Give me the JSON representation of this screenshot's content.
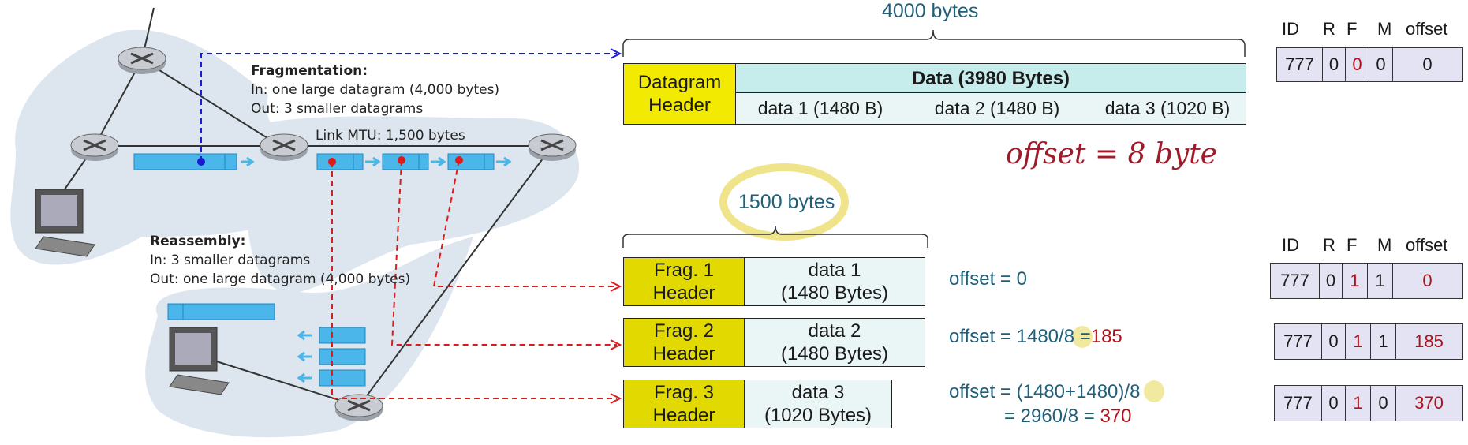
{
  "network": {
    "fragmentation_title": "Fragmentation:",
    "fragmentation_in": "In: one large datagram (4,000 bytes)",
    "fragmentation_out": "Out: 3 smaller datagrams",
    "link_mtu": "Link MTU: 1,500 bytes",
    "reassembly_title": "Reassembly:",
    "reassembly_in": "In: 3 smaller datagrams",
    "reassembly_out": "Out: one large datagram (4,000 bytes)"
  },
  "original": {
    "size_label": "4000 bytes",
    "header_line1": "Datagram",
    "header_line2": "Header",
    "data_title": "Data (3980 Bytes)",
    "parts": [
      "data 1 (1480 B)",
      "data 2 (1480 B)",
      "data 3 (1020 B)"
    ]
  },
  "offset_note": "offset = 8 byte",
  "fragment_size_label": "1500 bytes",
  "fragments": [
    {
      "header1": "Frag. 1",
      "header2": "Header",
      "data1": "data 1",
      "data2_num": "1480",
      "data2_rest": " Bytes)",
      "data2_open": "(",
      "offset_a": "offset = 0",
      "offset_b": "",
      "offset_c": "",
      "offset_d": ""
    },
    {
      "header1": "Frag. 2",
      "header2": "Header",
      "data1": "data 2",
      "data2_num": "1480",
      "data2_rest": " Bytes)",
      "data2_open": "(",
      "offset_a": "offset = 1480/",
      "offset_b": "8",
      "offset_c": " =",
      "offset_d": "185"
    },
    {
      "header1": "Frag. 3",
      "header2": "Header",
      "data1": "data 3",
      "data2_num": "1020",
      "data2_rest": " Bytes)",
      "data2_open": "(",
      "offset_a": "offset = (1480+1480)/",
      "offset_b": "8",
      "offset_c": "",
      "offset_d": ""
    }
  ],
  "frag3_offset_line2_a": "= 2960/8 = ",
  "frag3_offset_line2_b": "370",
  "table_headers": [
    "ID",
    "R",
    "F",
    "M",
    "offset"
  ],
  "original_row": [
    "777",
    "0",
    "0",
    "0",
    "0"
  ],
  "fragment_rows": [
    [
      "777",
      "0",
      "1",
      "1",
      "0"
    ],
    [
      "777",
      "0",
      "1",
      "1",
      "185"
    ],
    [
      "777",
      "0",
      "1",
      "0",
      "370"
    ]
  ],
  "colors": {
    "header_yellow": "#f2ea00",
    "data_aqua": "#c7ecec",
    "arrow_blue": "#1a1ad0",
    "arrow_red": "#e01a1a",
    "accent_red": "#b0101a",
    "teal_text": "#1f5f7a"
  }
}
